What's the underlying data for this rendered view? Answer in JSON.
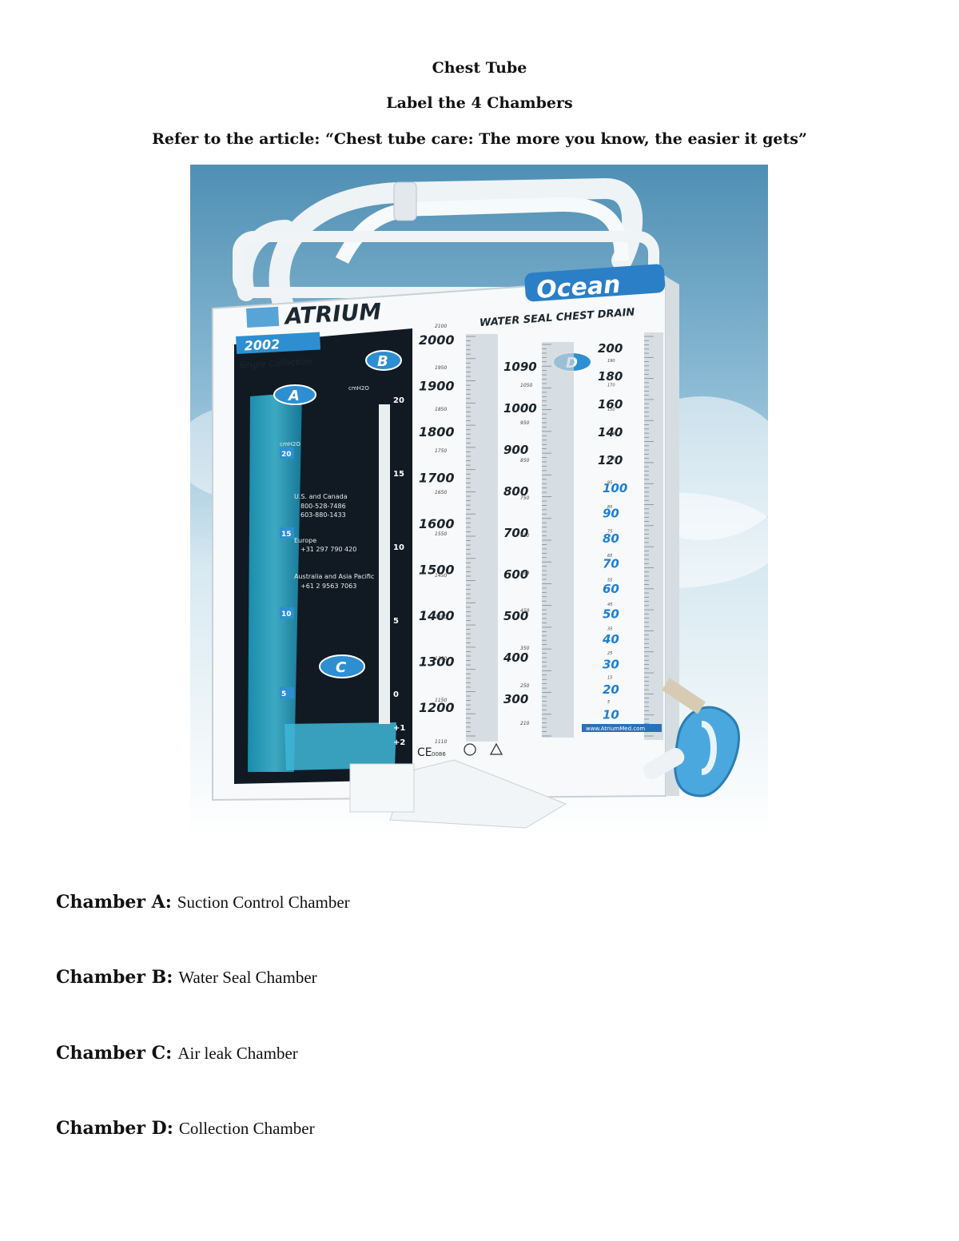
{
  "header": {
    "title": "Chest Tube",
    "subtitle": "Label the 4 Chambers",
    "instruction": "Refer to the article: “Chest tube care: The more you know, the easier it gets”"
  },
  "device": {
    "brand": "ATRIUM",
    "product": "Ocean",
    "product_sub": "WATER SEAL CHEST DRAIN",
    "model": "2002",
    "model_sub": "Single Collection",
    "markers": [
      "A",
      "B",
      "C",
      "D"
    ],
    "col1_scale": [
      "2000",
      "1900",
      "1800",
      "1700",
      "1600",
      "1500",
      "1400",
      "1300",
      "1200"
    ],
    "col1_minor": [
      "2100",
      "1950",
      "1850",
      "1750",
      "1650",
      "1550",
      "1450",
      "1350",
      "1250",
      "1150",
      "1110"
    ],
    "col2_scale": [
      "1090",
      "1000",
      "900",
      "800",
      "700",
      "600",
      "500",
      "400",
      "300"
    ],
    "col2_minor": [
      "1050",
      "950",
      "850",
      "750",
      "650",
      "550",
      "450",
      "350",
      "250",
      "210"
    ],
    "col3_scale_dark": [
      "200",
      "180",
      "160",
      "140",
      "120"
    ],
    "col3_scale_blue": [
      "100",
      "90",
      "80",
      "70",
      "60",
      "50",
      "40",
      "30",
      "20",
      "10"
    ],
    "col3_minor": [
      "190",
      "170",
      "150",
      "130",
      "110",
      "95",
      "85",
      "75",
      "65",
      "55",
      "45",
      "35",
      "25",
      "15",
      "5"
    ],
    "suction_scale": [
      "20",
      "15",
      "10",
      "5"
    ],
    "seal_scale": [
      "20",
      "15",
      "10",
      "5",
      "0",
      "+1",
      "+2"
    ],
    "contact_us": "U.S. and Canada",
    "contact_us_phone1": "800-528-7486",
    "contact_us_phone2": "603-880-1433",
    "contact_eu": "Europe",
    "contact_eu_phone": "+31 297 790 420",
    "contact_ap": "Australia and Asia Pacific",
    "contact_ap_phone": "+61 2 9563 7063",
    "cmh2o": "cmH2O",
    "website": "www.AtriumMed.com",
    "ce_mark": "CE",
    "ce_code": "0086"
  },
  "chambers": [
    {
      "label": "Chamber A:",
      "value": "Suction Control Chamber"
    },
    {
      "label": "Chamber B:",
      "value": "Water Seal Chamber"
    },
    {
      "label": "Chamber C:",
      "value": "Air leak Chamber"
    },
    {
      "label": "Chamber D:",
      "value": "Collection Chamber"
    }
  ]
}
